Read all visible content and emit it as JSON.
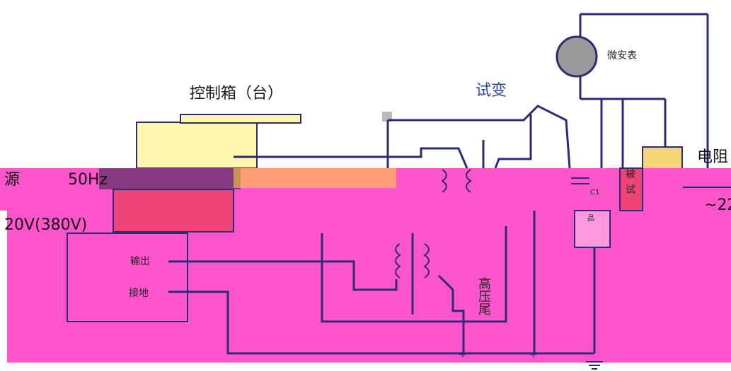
{
  "diagram": {
    "labels": {
      "control_box": "控制箱（台）",
      "test_transformer": "试变",
      "microammeter": "微安表",
      "power_source": "源",
      "frequency": "50Hz",
      "voltage": "20V(380V)",
      "output": "输出",
      "ground": "接地",
      "hv_tail": "高压尾",
      "capacitor": "C1",
      "test_object_a": "被",
      "test_object_b": "试",
      "test_object_c": "品",
      "right_partial_top": "电阻",
      "right_partial_bottom": "~22"
    },
    "colors": {
      "background": "#ffffff",
      "wire": "#2e2a7a",
      "noise_band": "#ff55cc",
      "control_box_fill": "#fff7b0",
      "gauge_fill": "#9a9a9a",
      "resistor_fill": "#f7d67a",
      "text_blue": "#2a4a9a"
    }
  }
}
